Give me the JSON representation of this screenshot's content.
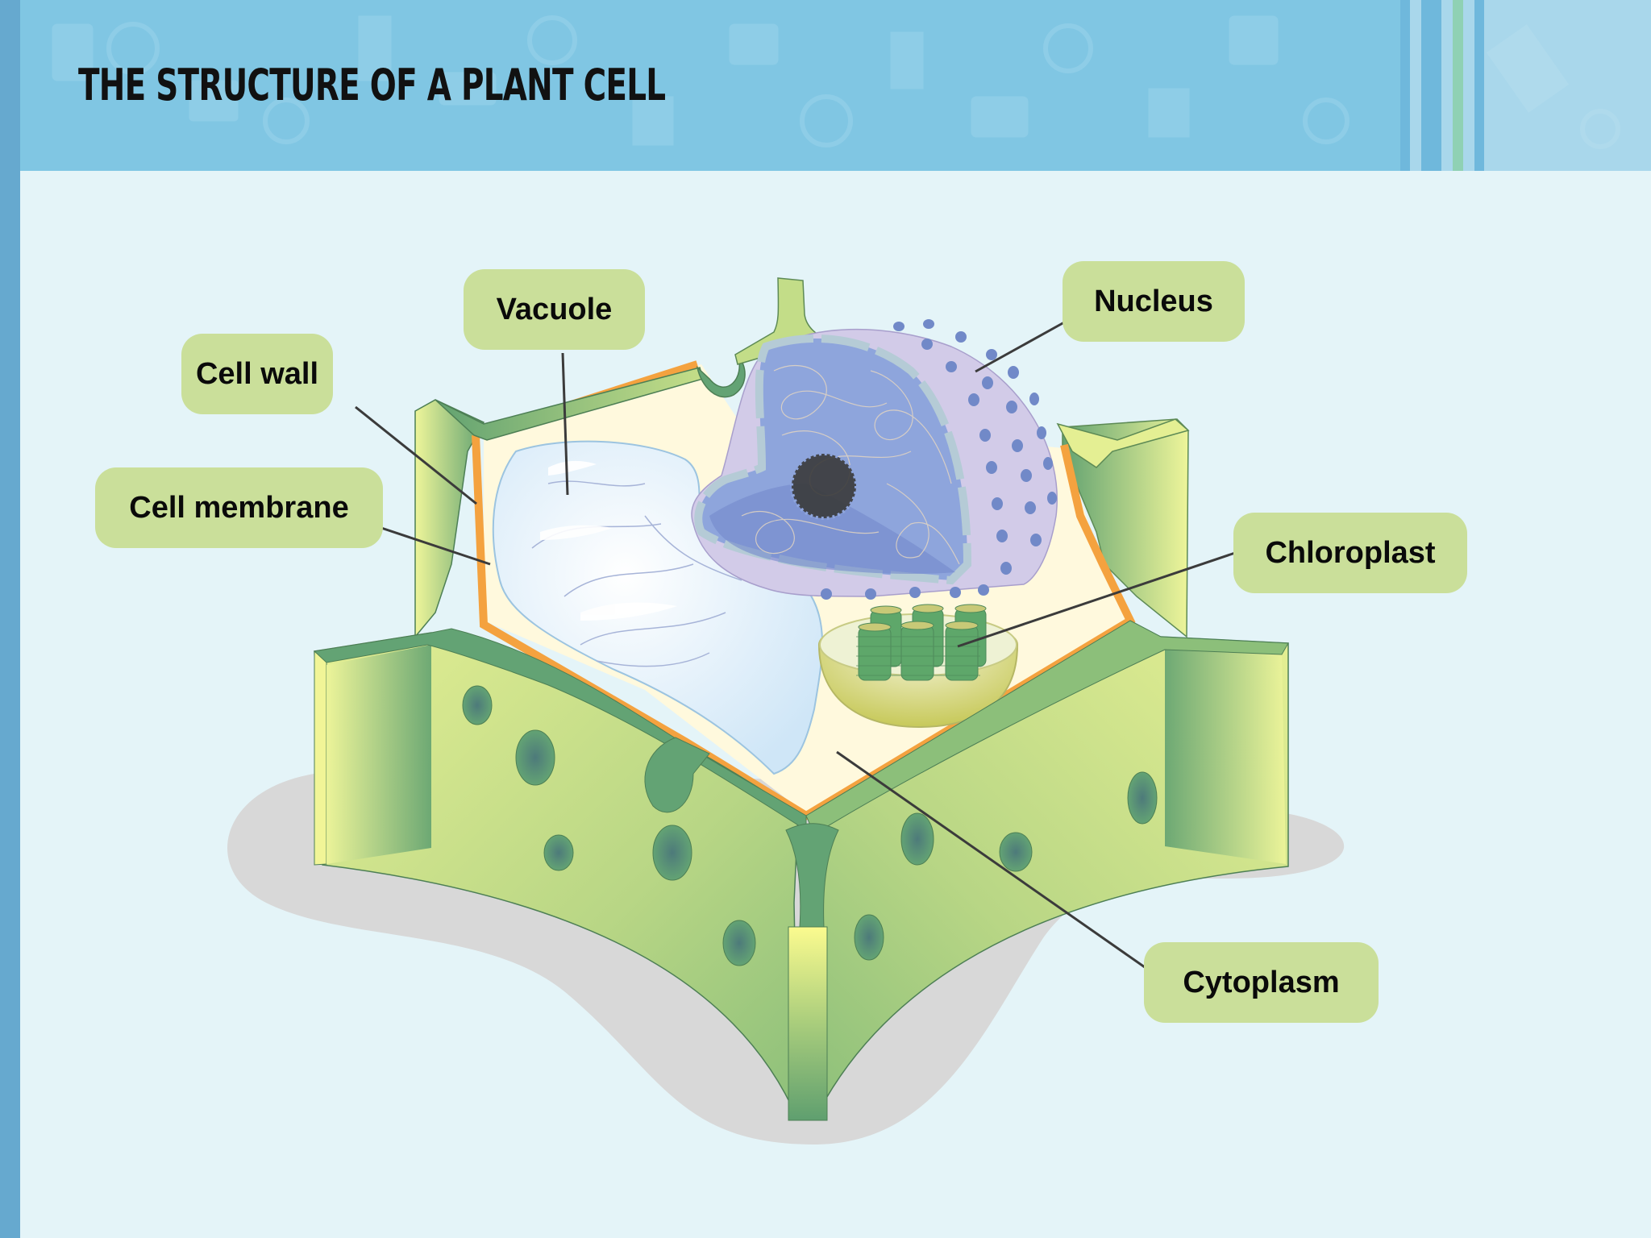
{
  "slide": {
    "title": "THE STRUCTURE OF A PLANT CELL"
  },
  "colors": {
    "header_blue": "#80c6e3",
    "left_bar_blue": "#66a9cf",
    "background": "#e4f4f8",
    "label_green": "#cadf9a",
    "wall_dark_green": "#63a374",
    "wall_light_green": "#d8e98e",
    "membrane_orange": "#f4a23f",
    "cytoplasm_cream": "#fff9dd",
    "vacuole_blue": "#d5ebf9",
    "nucleus_lavender": "#d2cbe8",
    "nucleus_blue": "#8ea5dc",
    "nuclear_pore": "#7189c8",
    "chloroplast_yellow": "#d3d67a",
    "thylakoid_green": "#5ea76a",
    "shadow_gray": "#d8d8d8"
  },
  "labels": [
    {
      "id": "vacuole",
      "text": "Vacuole"
    },
    {
      "id": "cell-wall",
      "text": "Cell wall"
    },
    {
      "id": "cell-membrane",
      "text": "Cell membrane"
    },
    {
      "id": "nucleus",
      "text": "Nucleus"
    },
    {
      "id": "chloroplast",
      "text": "Chloroplast"
    },
    {
      "id": "cytoplasm",
      "text": "Cytoplasm"
    }
  ]
}
